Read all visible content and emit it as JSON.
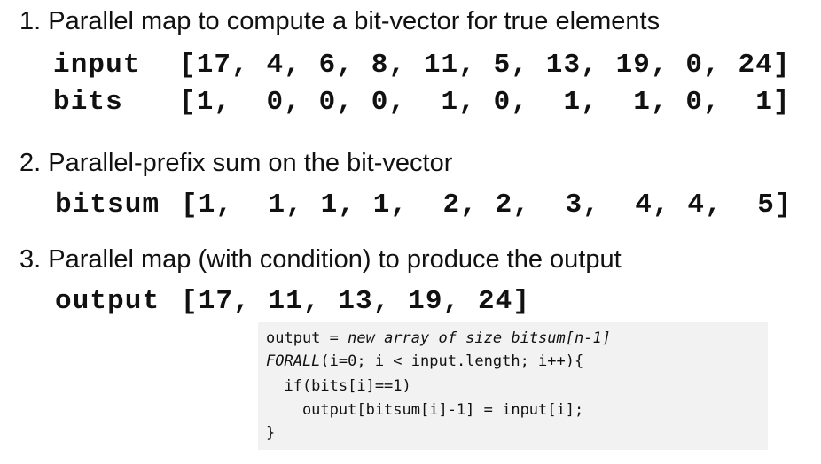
{
  "steps": [
    "1. Parallel map to compute a bit-vector for true elements",
    "2. Parallel-prefix sum on the bit-vector",
    "3. Parallel map (with condition) to produce the output"
  ],
  "rows": {
    "input": {
      "label": "input",
      "values": "[17, 4, 6, 8, 11, 5, 13, 19, 0, 24]"
    },
    "bits": {
      "label": "bits",
      "values": "[1,  0, 0, 0,  1, 0,  1,  1, 0,  1]"
    },
    "bitsum": {
      "label": "bitsum",
      "values": "[1,  1, 1, 1,  2, 2,  3,  4, 4,  5]"
    },
    "output": {
      "label": "output",
      "values": "[17, 11, 13, 19, 24]"
    }
  },
  "code": {
    "l1a": "output = ",
    "l1b": "new array of size bitsum[n-1]",
    "l2a": "FORALL",
    "l2b": "(i=0; i < input.length; i++){",
    "l3": "  if(bits[i]==1)",
    "l4": "    output[bitsum[i]-1] = input[i];",
    "l5": "}"
  }
}
